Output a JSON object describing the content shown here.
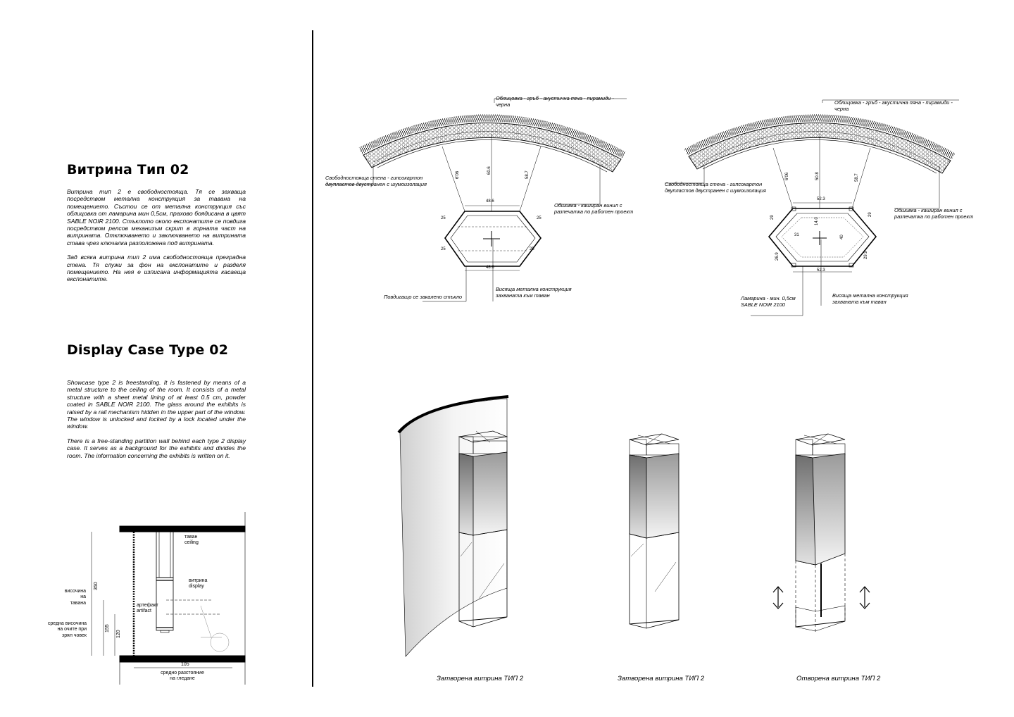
{
  "left": {
    "bg_title": "Витрина Тип 02",
    "bg_paragraphs": [
      "Витрина тип 2 е свободностояща. Тя се захваща посредством метална конструкция за тавана на помещението. Състои се от метална конструкция със облицовка от ламарина мин 0,5см, прахово боядисана в цвят SABLE NOIR 2100. Стъклото около експонатите се повдига посредством релсов механизъм скрит в горната част на витрината. Отключването и заключването на витрината става чрез ключалка разположена под витрината.",
      "Зад всяка витрина тип 2 има свободностояща преградна стена. Тя служи за фон на експонатите и разделя помещението. На нея е изписана информацията касаеща експонатите."
    ],
    "en_title": "Display Case Type 02",
    "en_paragraphs": [
      "Showcase type 2 is freestanding. It is fastened by means of a metal structure to the ceiling of the room. It consists of a metal structure with a sheet metal lining of at least 0.5 cm, powder coated in SABLE NOIR 2100. The glass around the exhibits is raised by a rail mechanism hidden in the upper part of the window. The window is unlocked and locked by a lock located under the window.",
      "There is a free-standing partition wall behind each type 2 display case. It serves as a background for the exhibits and divides the room. The information concerning the exhibits is written on it."
    ],
    "section": {
      "ceiling": "таван\nceiling",
      "display": "витрина\ndisplay",
      "artifact": "артефакт\nartifact",
      "ceiling_height": "височина\nна тавана",
      "eye_height": "средна височина\nна очите при\nзрял човек",
      "viewing_distance": "средно разстояние\nна гледане",
      "dim_350": "350",
      "dim_155": "155",
      "dim_120": "120",
      "dim_105": "105"
    }
  },
  "plan1": {
    "cladding": "Облицовка - гръб - акустична пяна - пирамиди -\nчерна",
    "wall": "Свободностояща стена - гипсокартон\nдвупластов двустранен с шумоизолация",
    "covering": "Обшивка - каширан винил с\nразпечатка по работен проект",
    "glass": "Повдигащо се закалено стъкло",
    "structure": "Висяща метална конструкция\nзахваната към таван",
    "dims": [
      "48.6",
      "48.6",
      "60.6",
      "58.7",
      "6'06",
      "25",
      "25",
      "25",
      "25"
    ]
  },
  "plan2": {
    "cladding": "Облицовка - гръб - акустична пяна - пирамиди -\nчерна",
    "wall": "Свободностояща стена - гипсокартон\nдвупластов двустранен с шумоизолация",
    "covering": "Обшивка - каширан винил с\nразпечатка по работен проект",
    "sheet": "Ламарина - мин. 0,5см\nSABLE NOIR 2100",
    "structure": "Висяща метална конструкция\nзахваната към таван",
    "dims": [
      "52.3",
      "52.3",
      "50.8",
      "58.7",
      "6'06",
      "31",
      "14.0",
      "40",
      "29",
      "26.9",
      "29",
      "29.9"
    ]
  },
  "captions": [
    "Затворена витрина ТИП 2",
    "Затворена витрина ТИП 2",
    "Отворена витрина ТИП 2"
  ],
  "colors": {
    "ink": "#000000",
    "glass_shade": "#9a9a9a",
    "wall_shade": "#dcdcdc"
  }
}
